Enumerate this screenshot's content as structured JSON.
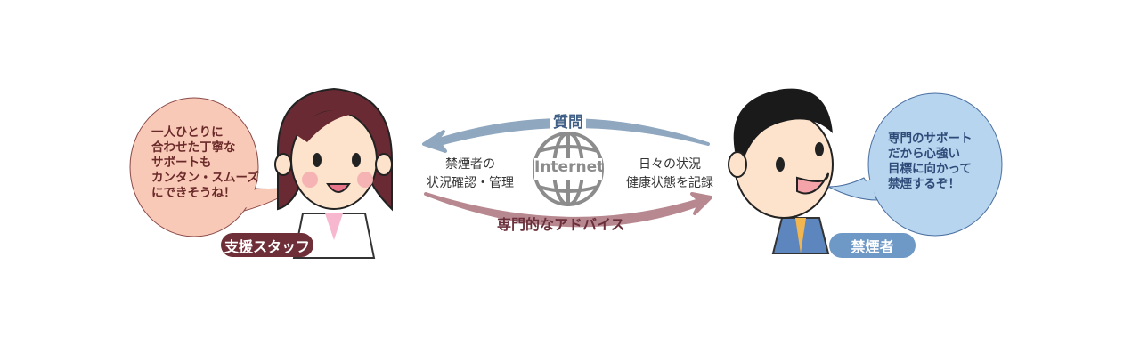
{
  "staff": {
    "label": "支援スタッフ",
    "speech": [
      "一人ひとりに",
      "合わせた丁寧な",
      "サポートも",
      "カンタン・スムーズ",
      "にできそうね！"
    ]
  },
  "smoker": {
    "label": "禁煙者",
    "speech": [
      "専門のサポート",
      "だから心強い",
      "目標に向かって",
      "禁煙するぞ！"
    ]
  },
  "center": {
    "globe_label": "Internet",
    "left_text": [
      "禁煙者の",
      "状況確認・管理"
    ],
    "right_text": [
      "日々の状況",
      "健康状態を記録"
    ],
    "top_arrow_label": "質問",
    "bottom_arrow_label": "専門的なアドバイス"
  },
  "colors": {
    "staff": "#6e2f38",
    "smoker": "#6e98c6",
    "pink_bubble": "#f9c9b8",
    "blue_bubble": "#b8d5ef",
    "top_arrow": "#8fa7bf",
    "bottom_arrow": "#b88890"
  }
}
